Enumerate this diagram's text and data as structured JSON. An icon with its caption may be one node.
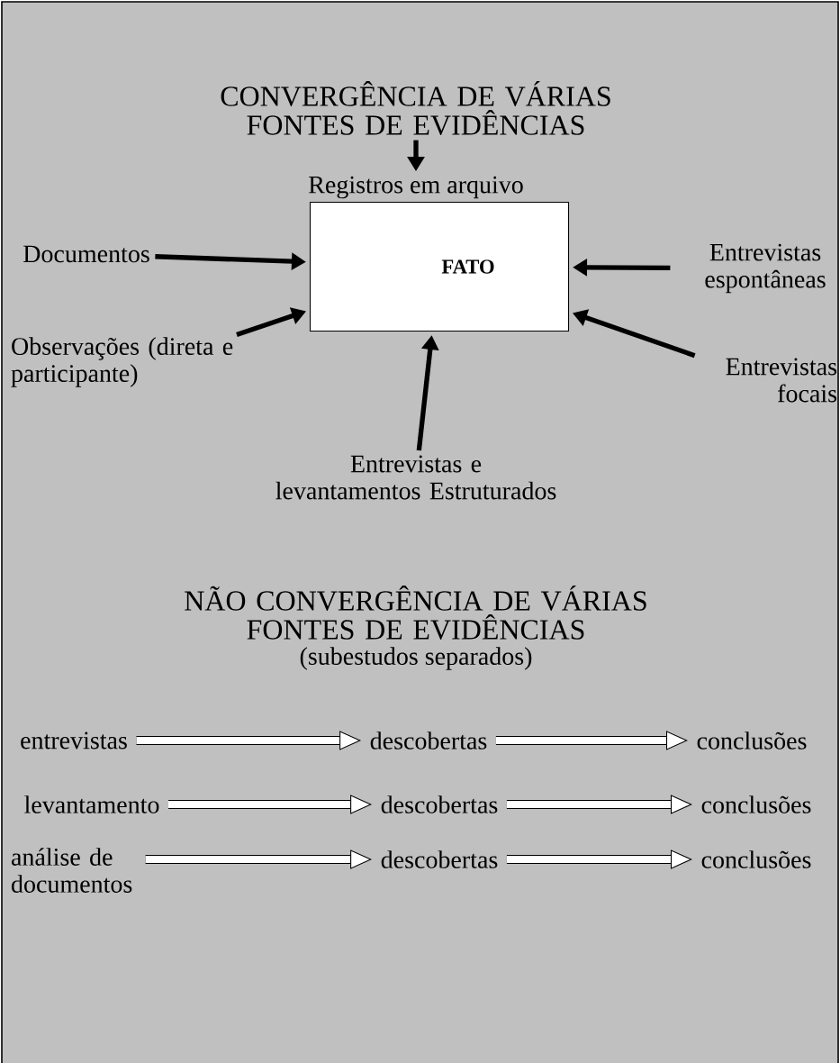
{
  "diagram": {
    "nodes": [
      {
        "text": [
          "FATO"
        ]
      },
      {
        "text": [
          "Registros em arquivo"
        ]
      },
      {
        "text": [
          "Documentos"
        ]
      },
      {
        "text": [
          "Entrevistas espontâneas"
        ]
      },
      {
        "text": [
          "Observações (direta e participante)"
        ]
      },
      {
        "text": [
          "Entrevistas focais"
        ]
      },
      {
        "text": [
          "Entrevistas e levantamentos Estruturados"
        ]
      },
      {
        "text": [
          "entrevistas"
        ]
      },
      {
        "text": [
          "descobertas"
        ]
      },
      {
        "text": [
          "conclusões"
        ]
      },
      {
        "text": [
          "levantamento"
        ]
      },
      {
        "text": [
          "descobertas"
        ]
      },
      {
        "text": [
          "conclusões"
        ]
      },
      {
        "text": [
          "análise de documentos"
        ]
      },
      {
        "text": [
          "descobertas"
        ]
      },
      {
        "text": [
          "conclusões"
        ]
      },
      {
        "text": [
          "CONVERGÊNCIA DE VÁRIAS FONTES DE EVIDÊNCIAS"
        ]
      }
    ],
    "edges": [
      {
        "from": 16,
        "to": 1,
        "arrow": "to"
      },
      {
        "from": 2,
        "to": 0,
        "arrow": "to"
      },
      {
        "from": 3,
        "to": 0,
        "arrow": "to"
      },
      {
        "from": 4,
        "to": 0,
        "arrow": "to"
      },
      {
        "from": 5,
        "to": 0,
        "arrow": "to"
      },
      {
        "from": 6,
        "to": 0,
        "arrow": "to"
      },
      {
        "from": 7,
        "to": 8,
        "arrow": "to",
        "style": "thick"
      },
      {
        "from": 8,
        "to": 9,
        "arrow": "to",
        "style": "thick"
      },
      {
        "from": 10,
        "to": 11,
        "arrow": "to",
        "style": "thick"
      },
      {
        "from": 11,
        "to": 12,
        "arrow": "to",
        "style": "thick"
      },
      {
        "from": 13,
        "to": 14,
        "arrow": "to",
        "style": "thick"
      },
      {
        "from": 14,
        "to": 15,
        "arrow": "to",
        "style": "thick"
      }
    ],
    "labels": [
      "NÃO CONVERGÊNCIA DE VÁRIAS FONTES DE EVIDÊNCIAS",
      "(subestudos separados)"
    ]
  }
}
